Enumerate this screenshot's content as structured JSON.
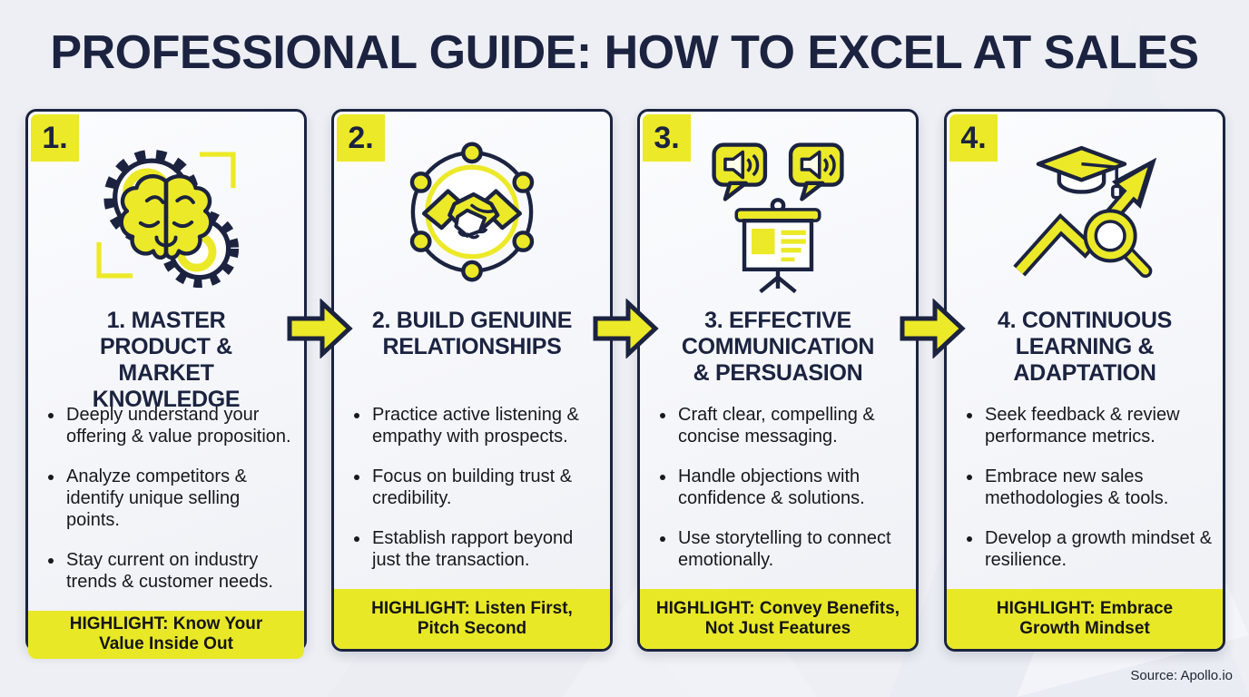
{
  "title": "PROFESSIONAL GUIDE: HOW TO EXCEL AT SALES",
  "source": "Source: Apollo.io",
  "colors": {
    "accent_yellow": "#ECE928",
    "navy": "#1B2340",
    "body_text": "#17191E",
    "page_bg": "#EDEFF4",
    "card_bg": "#F8F9FB"
  },
  "cards": [
    {
      "badge": "1.",
      "icon": "brain-gears-icon",
      "title": "1. MASTER PRODUCT & MARKET KNOWLEDGE",
      "bullets": [
        "Deeply understand your offering & value proposition.",
        "Analyze competitors & identify unique selling points.",
        "Stay current on industry trends & customer needs."
      ],
      "highlight": "HIGHLIGHT: Know Your Value Inside Out"
    },
    {
      "badge": "2.",
      "icon": "handshake-network-icon",
      "title": "2. BUILD GENUINE RELATIONSHIPS",
      "bullets": [
        "Practice active listening & empathy with prospects.",
        "Focus on building trust & credibility.",
        "Establish rapport beyond just the transaction."
      ],
      "highlight": "HIGHLIGHT: Listen First, Pitch Second"
    },
    {
      "badge": "3.",
      "icon": "presentation-speech-icon",
      "title": "3. EFFECTIVE COMMUNICATION & PERSUASION",
      "bullets": [
        "Craft clear, compelling & concise messaging.",
        "Handle objections with confidence & solutions.",
        "Use storytelling to connect emotionally."
      ],
      "highlight": "HIGHLIGHT: Convey Benefits, Not Just Features"
    },
    {
      "badge": "4.",
      "icon": "growth-learning-icon",
      "title": "4. CONTINUOUS LEARNING & ADAPTATION",
      "bullets": [
        "Seek feedback & review performance metrics.",
        "Embrace new sales methodologies & tools.",
        "Develop a growth mindset & resilience."
      ],
      "highlight": "HIGHLIGHT: Embrace Growth Mindset"
    }
  ]
}
